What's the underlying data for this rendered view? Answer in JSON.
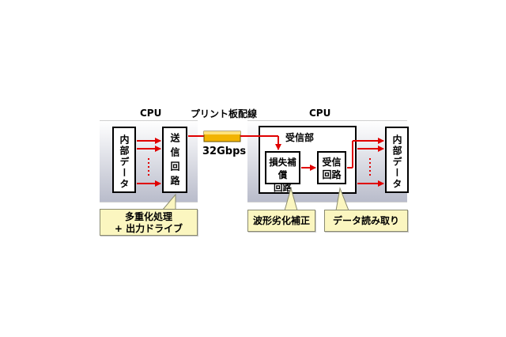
{
  "left_cpu": {
    "title": "CPU",
    "internal_data": "内部データ",
    "tx_circuit": "送信回路"
  },
  "pcb": {
    "title": "プリント板配線",
    "rate": "32Gbps"
  },
  "right_cpu": {
    "title": "CPU",
    "rx_section": "受信部",
    "loss_comp": [
      "損失補償",
      "回路"
    ],
    "rx_circuit": [
      "受信",
      "回路"
    ],
    "internal_data": "内部データ"
  },
  "callouts": {
    "mux": [
      "多重化処理",
      "+ 出力ドライブ"
    ],
    "eq": "波形劣化補正",
    "read": "データ読み取り"
  },
  "colors": {
    "arrow": "#e00000",
    "trace": "#f2b400",
    "callout_bg": "#fbf6c0",
    "panel": "#b9bccb"
  }
}
